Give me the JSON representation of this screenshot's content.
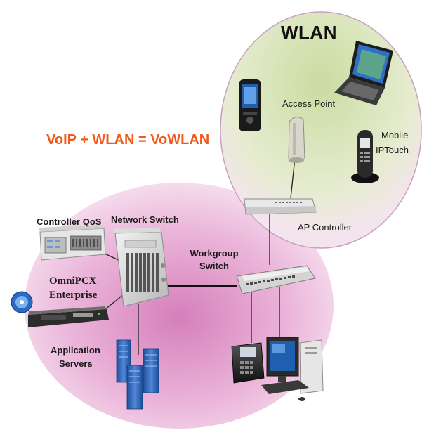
{
  "headline": "VoIP + WLAN = VoWLAN",
  "wlan_title": "WLAN",
  "labels": {
    "access_point": "Access Point",
    "mobile": "Mobile",
    "iptouch": "IPTouch",
    "ap_controller": "AP Controller",
    "controller_qos": "Controller QoS",
    "network_switch": "Network Switch",
    "workgroup": "Workgroup",
    "switch": "Switch",
    "omnipcx": "OmniPCX",
    "enterprise": "Enterprise",
    "application": "Application",
    "servers": "Servers"
  },
  "colors": {
    "headline": "#f05a1a",
    "wlan_zone": "#dbe6b8",
    "lan_zone": "#e2a9d0",
    "zone_border": "#c58fb4",
    "link": "#222222"
  },
  "icons": [
    "pda-icon",
    "laptop-icon",
    "access-point-icon",
    "mobile-phone-icon",
    "ap-controller-icon",
    "controller-qos-icon",
    "network-switch-icon",
    "workgroup-switch-icon",
    "cd-icon",
    "omnipcx-server-icon",
    "application-servers-icon",
    "ip-phone-icon",
    "desktop-computer-icon"
  ]
}
